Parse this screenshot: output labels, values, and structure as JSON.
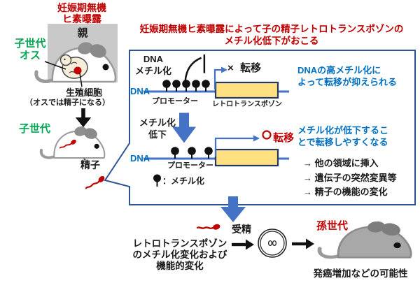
{
  "left": {
    "exposure_line1": "妊娠期無機",
    "exposure_line2": "ヒ素曝露",
    "parent_label": "親",
    "offspring_male_line1": "子世代",
    "offspring_male_line2": "オス",
    "germ_cell_label": "生殖細胞",
    "germ_cell_note": "（オスでは精子になる）",
    "offspring_label": "子世代",
    "sperm_label": "精子"
  },
  "title": {
    "line1": "妊娠期無機ヒ素曝露によって子の精子レトロトランスポゾンの",
    "line2": "メチル化低下がおこる"
  },
  "panel": {
    "row1": {
      "methylation_line1": "DNA",
      "methylation_line2": "メチル化",
      "dna_label": "DNA",
      "promoter_label": "プロモーター",
      "retrotransposon_label": "レトロトランスポゾン",
      "blocked_mark": "×",
      "transposition_label": "転移",
      "note_line1": "DNAの高メチル化に",
      "note_line2": "よって転移が抑えられる"
    },
    "row2": {
      "hypo_line1": "メチル化",
      "hypo_line2": "低下",
      "dna_label": "DNA",
      "promoter_label": "プロモーター",
      "transposition_label": "転移",
      "note_line1": "メチル化が低下するこ",
      "note_line2": "とで転移しやすくなる",
      "consequences": [
        "→ 他の領域に挿入",
        "→ 遺伝子の突然変異等",
        "→ 精子の機能の変化"
      ]
    },
    "legend_label": "：メチル化"
  },
  "bottom": {
    "result_line1": "レトロトランスポゾン",
    "result_line2": "のメチル化変化および",
    "result_line3": "機能的変化",
    "fertilization_label": "受精",
    "grandchild_label": "孫世代",
    "outcome_label": "発癌増加などの可能性"
  },
  "colors": {
    "red": "#C00000",
    "green": "#00A651",
    "blue_text": "#0070C0",
    "blue_shape": "#4472C4",
    "panel_border": "#2F5496",
    "yellow_fill": "#FFDF80",
    "yellow_border": "#1F3864",
    "gray_box": "#C9C9C9"
  }
}
